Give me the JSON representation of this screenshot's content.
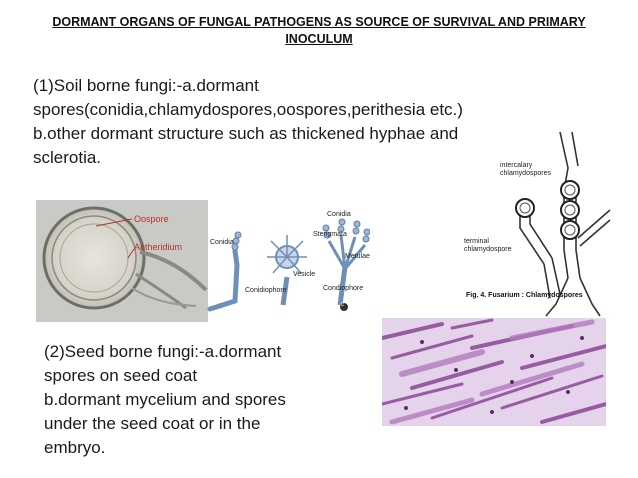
{
  "slide": {
    "title": "DORMANT ORGANS OF FUNGAL PATHOGENS AS SOURCE OF SURVIVAL AND PRIMARY INOCULUM",
    "para1": "(1)Soil borne fungi:-a.dormant\nspores(conidia,chlamydospores,oospores,perithesia etc.)\nb.other dormant structure such as thickened hyphae and\nsclerotia.",
    "para2": "(2)Seed borne fungi:-a.dormant\nspores on seed coat\nb.dormant mycelium and spores\nunder the seed coat or in the\nembryo."
  },
  "figures": {
    "oospore": {
      "label_oospore": "Oospore",
      "label_antheridium": "Antheridium"
    },
    "conidiophore": {
      "labels": {
        "conidia_left": "Conidia",
        "conidiophore_left": "Conidiophore",
        "conidia_top": "Conidia",
        "sterigmata": "Sterigmata",
        "metulae": "Metulae",
        "vesicle": "Vesicle",
        "conidiophore_right": "Condiophore",
        "marker": "c"
      }
    },
    "fusarium": {
      "intercalary": "intercalary\nchlamydospores",
      "terminal": "terminal\nchlamydospore",
      "caption": "Fig. 4. Fusarium : Chlamydospores"
    }
  },
  "colors": {
    "label_red": "#b8322a",
    "stain_purple": "#8f4f9b",
    "conidiophore_blue": "#6f8fb8"
  }
}
